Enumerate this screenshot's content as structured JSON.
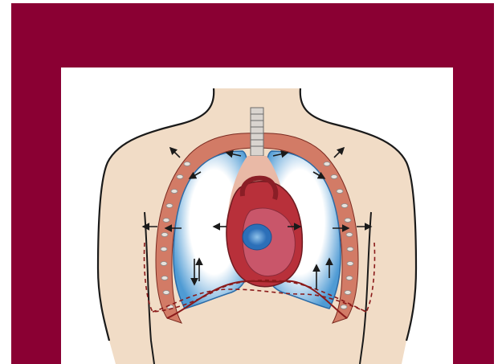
{
  "colors": {
    "slide_background": "#8a0033",
    "panel_background": "#ffffff",
    "skin": "#f1dcc6",
    "outline": "#1a1a1a",
    "rib_cage": "#d27b66",
    "rib_cartilage": "#e8e2dc",
    "lung_fill": "#ffffff",
    "lung_rim": "#4f9bd4",
    "heart_outer": "#b8303a",
    "heart_inner": "#c9566a",
    "ventricle_blue": "#2c6fb8",
    "diaphragm_dash": "#8a1a1a",
    "arrows": "#1a1a1a"
  },
  "icons": {
    "chest": "thorax-illustration",
    "lungs": "lung-shape",
    "heart": "heart-shape",
    "arrows": "arrow-glyph"
  }
}
